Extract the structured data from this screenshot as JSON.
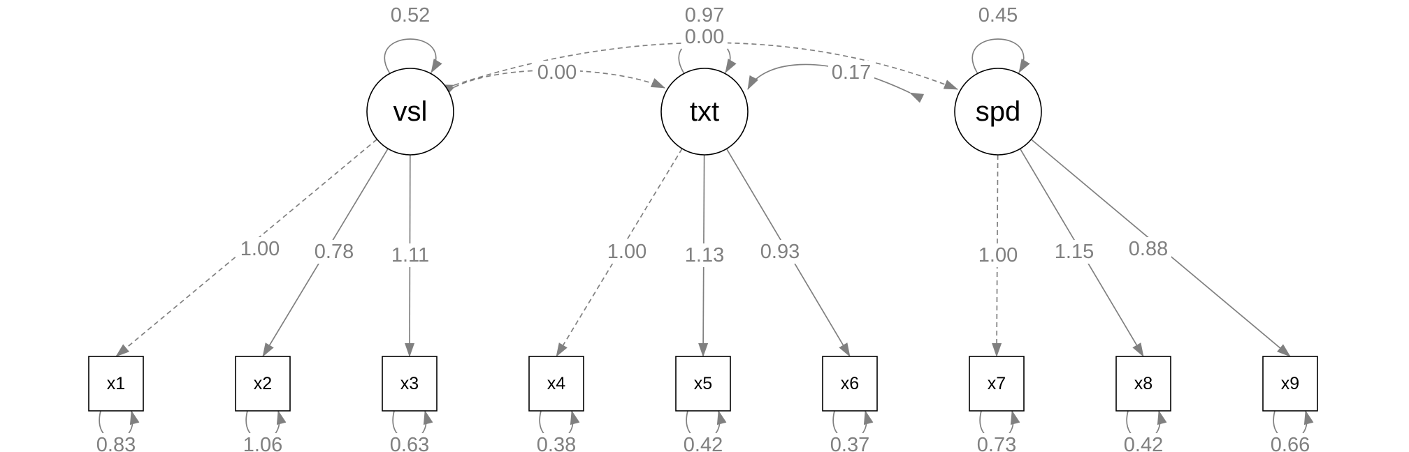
{
  "latents": [
    {
      "id": "vsl",
      "label": "vsl",
      "variance": "0.52"
    },
    {
      "id": "txt",
      "label": "txt",
      "variance": "0.97"
    },
    {
      "id": "spd",
      "label": "spd",
      "variance": "0.45"
    }
  ],
  "indicators": [
    {
      "id": "x1",
      "label": "x1",
      "residual": "0.83"
    },
    {
      "id": "x2",
      "label": "x2",
      "residual": "1.06"
    },
    {
      "id": "x3",
      "label": "x3",
      "residual": "0.63"
    },
    {
      "id": "x4",
      "label": "x4",
      "residual": "0.38"
    },
    {
      "id": "x5",
      "label": "x5",
      "residual": "0.42"
    },
    {
      "id": "x6",
      "label": "x6",
      "residual": "0.37"
    },
    {
      "id": "x7",
      "label": "x7",
      "residual": "0.73"
    },
    {
      "id": "x8",
      "label": "x8",
      "residual": "0.42"
    },
    {
      "id": "x9",
      "label": "x9",
      "residual": "0.66"
    }
  ],
  "loadings": [
    {
      "from": "vsl",
      "to": "x1",
      "value": "1.00",
      "fixed": true
    },
    {
      "from": "vsl",
      "to": "x2",
      "value": "0.78",
      "fixed": false
    },
    {
      "from": "vsl",
      "to": "x3",
      "value": "1.11",
      "fixed": false
    },
    {
      "from": "txt",
      "to": "x4",
      "value": "1.00",
      "fixed": true
    },
    {
      "from": "txt",
      "to": "x5",
      "value": "1.13",
      "fixed": false
    },
    {
      "from": "txt",
      "to": "x6",
      "value": "0.93",
      "fixed": false
    },
    {
      "from": "spd",
      "to": "x7",
      "value": "1.00",
      "fixed": true
    },
    {
      "from": "spd",
      "to": "x8",
      "value": "1.15",
      "fixed": false
    },
    {
      "from": "spd",
      "to": "x9",
      "value": "0.88",
      "fixed": false
    }
  ],
  "covariances": [
    {
      "a": "vsl",
      "b": "txt",
      "value": "0.00",
      "fixed": true
    },
    {
      "a": "txt",
      "b": "spd",
      "value": "0.17",
      "fixed": false
    },
    {
      "a": "vsl",
      "b": "spd",
      "value": "0.00",
      "fixed": true
    }
  ],
  "colors": {
    "edge": "#808080",
    "node_stroke": "#000000",
    "text": "#000000",
    "edge_label": "#808080"
  }
}
